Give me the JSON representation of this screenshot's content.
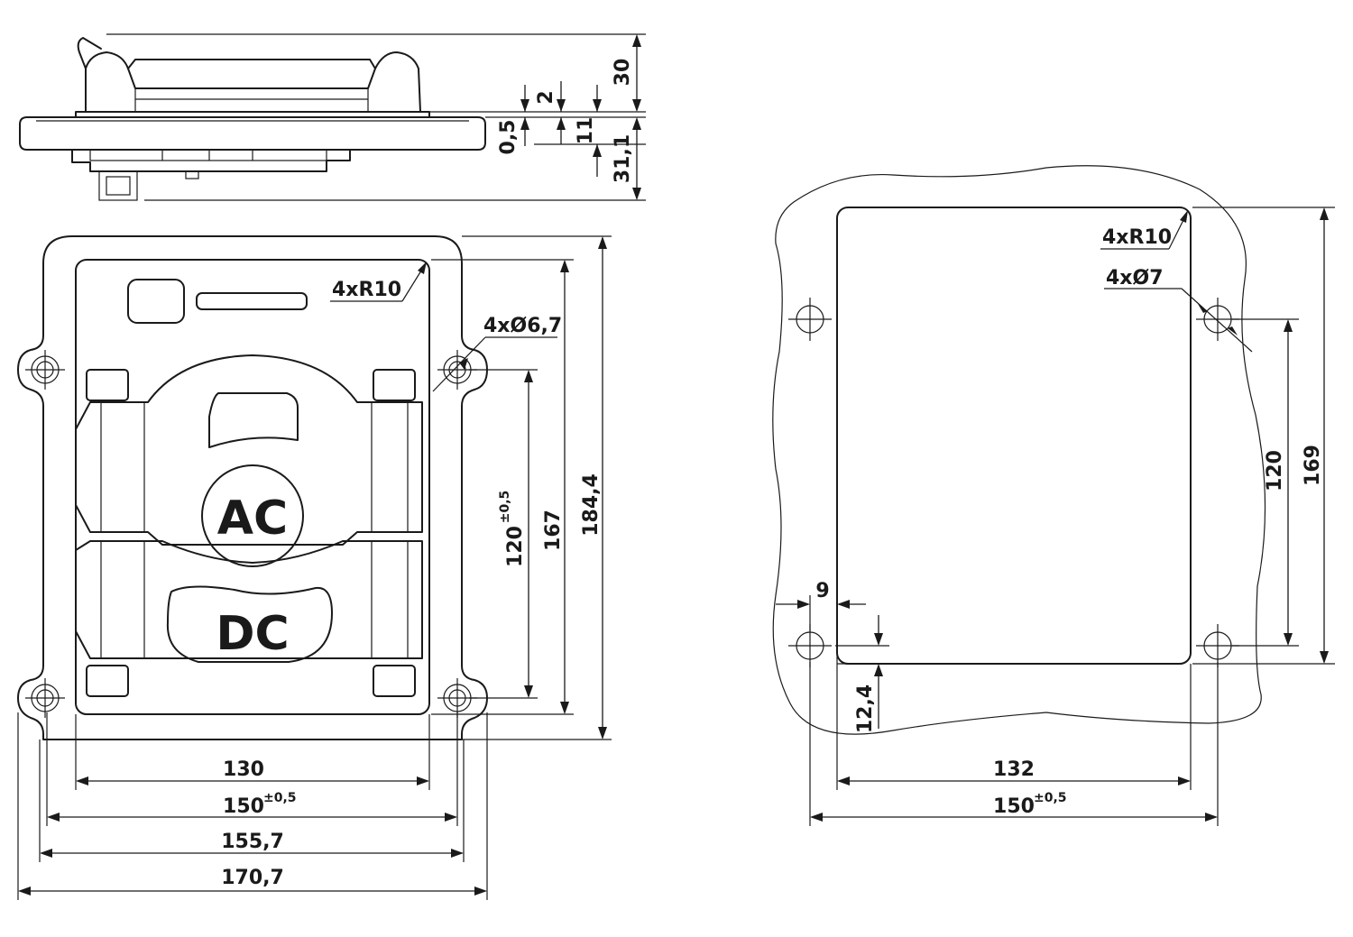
{
  "side_view": {
    "dim_height_total": "30",
    "dim_lip": "2",
    "dim_flange_gap": "0,5",
    "dim_flange": "11",
    "dim_depth": "31,1"
  },
  "front_view": {
    "label_ac": "AC",
    "label_dc": "DC",
    "corner_radius": "4xR10",
    "hole_diameter": "4xØ6,7",
    "dim_hole_spacing_v": "120",
    "dim_hole_spacing_v_tol": "±0,5",
    "dim_inner_height": "167",
    "dim_outer_height": "184,4",
    "dim_inner_width": "130",
    "dim_hole_spacing_h": "150",
    "dim_hole_spacing_h_tol": "±0,5",
    "dim_frame_width": "155,7",
    "dim_outer_width": "170,7"
  },
  "cutout_view": {
    "corner_radius": "4xR10",
    "hole_diameter": "4xØ7",
    "dim_hole_offset_x": "9",
    "dim_hole_offset_y": "12,4",
    "dim_hole_spacing_v": "120",
    "dim_cutout_height": "169",
    "dim_cutout_width": "132",
    "dim_hole_spacing_h": "150",
    "dim_hole_spacing_h_tol": "±0,5"
  }
}
